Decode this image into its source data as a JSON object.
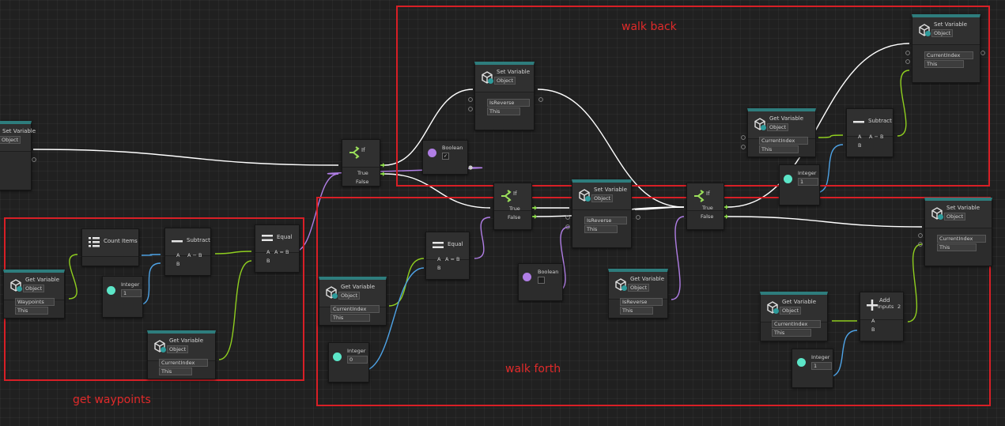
{
  "colors": {
    "flow": "#ffffff",
    "bool": "#b07ee5",
    "int": "#4ea3e6",
    "obj": "#8fce1f",
    "var": "#f0804a",
    "accent": "#2e7d7d",
    "annotation": "#d81f26"
  },
  "annotations": {
    "walk_back": "walk back",
    "walk_forth": "walk forth",
    "get_waypoints": "get waypoints"
  },
  "common": {
    "get_variable": "Get Variable",
    "set_variable": "Set Variable",
    "object": "Object",
    "this": "This",
    "if": "If",
    "true": "True",
    "false": "False",
    "equal": "Equal",
    "subtract": "Subtract",
    "a": "A",
    "b": "B",
    "a_eq_b": "A = B",
    "a_minus_b": "A − B",
    "integer": "Integer",
    "boolean": "Boolean",
    "count_items": "Count Items",
    "add": "Add",
    "inputs": "Inputs",
    "checkmark": "✓"
  },
  "variables": {
    "waypoints": "Waypoints",
    "current_index": "CurrentIndex",
    "is_reverse": "IsReverse"
  },
  "values": {
    "int_one": "1",
    "int_zero": "0",
    "add_inputs": "2"
  },
  "icons": [
    "cube-icon",
    "branch-icon",
    "equal-icon",
    "minus-icon",
    "plus-icon",
    "list-icon",
    "flow-arrow-icon"
  ]
}
